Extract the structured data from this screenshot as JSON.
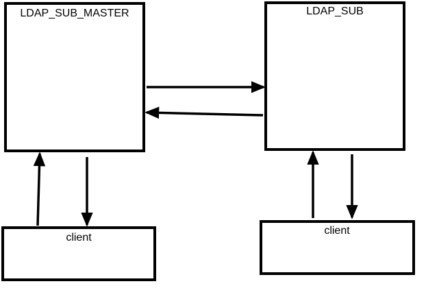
{
  "nodes": {
    "master": {
      "label": "LDAP_SUB_MASTER"
    },
    "sub": {
      "label": "LDAP_SUB"
    },
    "client_left": {
      "label": "client"
    },
    "client_right": {
      "label": "client"
    }
  },
  "edges": [
    {
      "from": "master",
      "to": "sub"
    },
    {
      "from": "sub",
      "to": "master"
    },
    {
      "from": "client_left",
      "to": "master"
    },
    {
      "from": "master",
      "to": "client_left"
    },
    {
      "from": "client_right",
      "to": "sub"
    },
    {
      "from": "sub",
      "to": "client_right"
    }
  ],
  "colors": {
    "stroke": "#000000",
    "fill": "#ffffff"
  }
}
